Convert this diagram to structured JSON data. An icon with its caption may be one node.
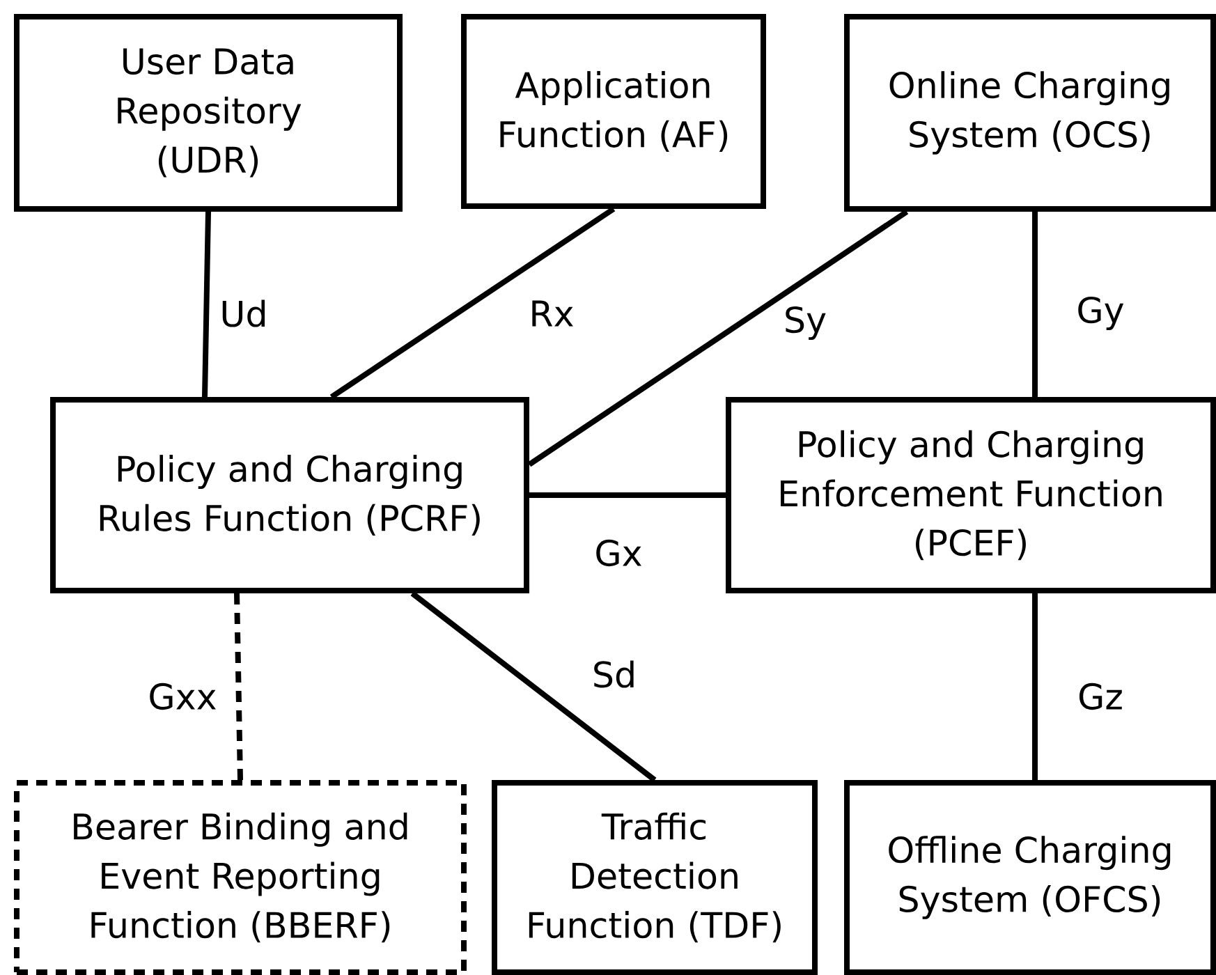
{
  "diagram": {
    "nodes": [
      {
        "text": [
          "User Data Repository (UDR)"
        ]
      },
      {
        "text": [
          "Application Function (AF)"
        ]
      },
      {
        "text": [
          "Online Charging System (OCS)"
        ]
      },
      {
        "text": [
          "Policy and Charging Rules Function (PCRF)"
        ]
      },
      {
        "text": [
          "Policy and Charging Enforcement Function (PCEF)"
        ]
      },
      {
        "text": [
          "Bearer Binding and Event Reporting Function (BBERF)"
        ]
      },
      {
        "text": [
          "Traffic Detection Function (TDF)"
        ]
      },
      {
        "text": [
          "Offline Charging System (OFCS)"
        ]
      }
    ],
    "edges": [
      {
        "from": 0,
        "to": 3,
        "arrow": "none",
        "label": "Ud"
      },
      {
        "from": 1,
        "to": 3,
        "arrow": "none",
        "label": "Rx"
      },
      {
        "from": 2,
        "to": 3,
        "arrow": "none",
        "label": "Sy"
      },
      {
        "from": 2,
        "to": 4,
        "arrow": "none",
        "label": "Gy"
      },
      {
        "from": 3,
        "to": 4,
        "arrow": "none",
        "label": "Gx"
      },
      {
        "from": 3,
        "to": 6,
        "arrow": "none",
        "label": "Sd"
      },
      {
        "from": 3,
        "to": 5,
        "arrow": "none",
        "label": "Gxx",
        "style": "dashed"
      },
      {
        "from": 4,
        "to": 7,
        "arrow": "none",
        "label": "Gz"
      }
    ]
  }
}
